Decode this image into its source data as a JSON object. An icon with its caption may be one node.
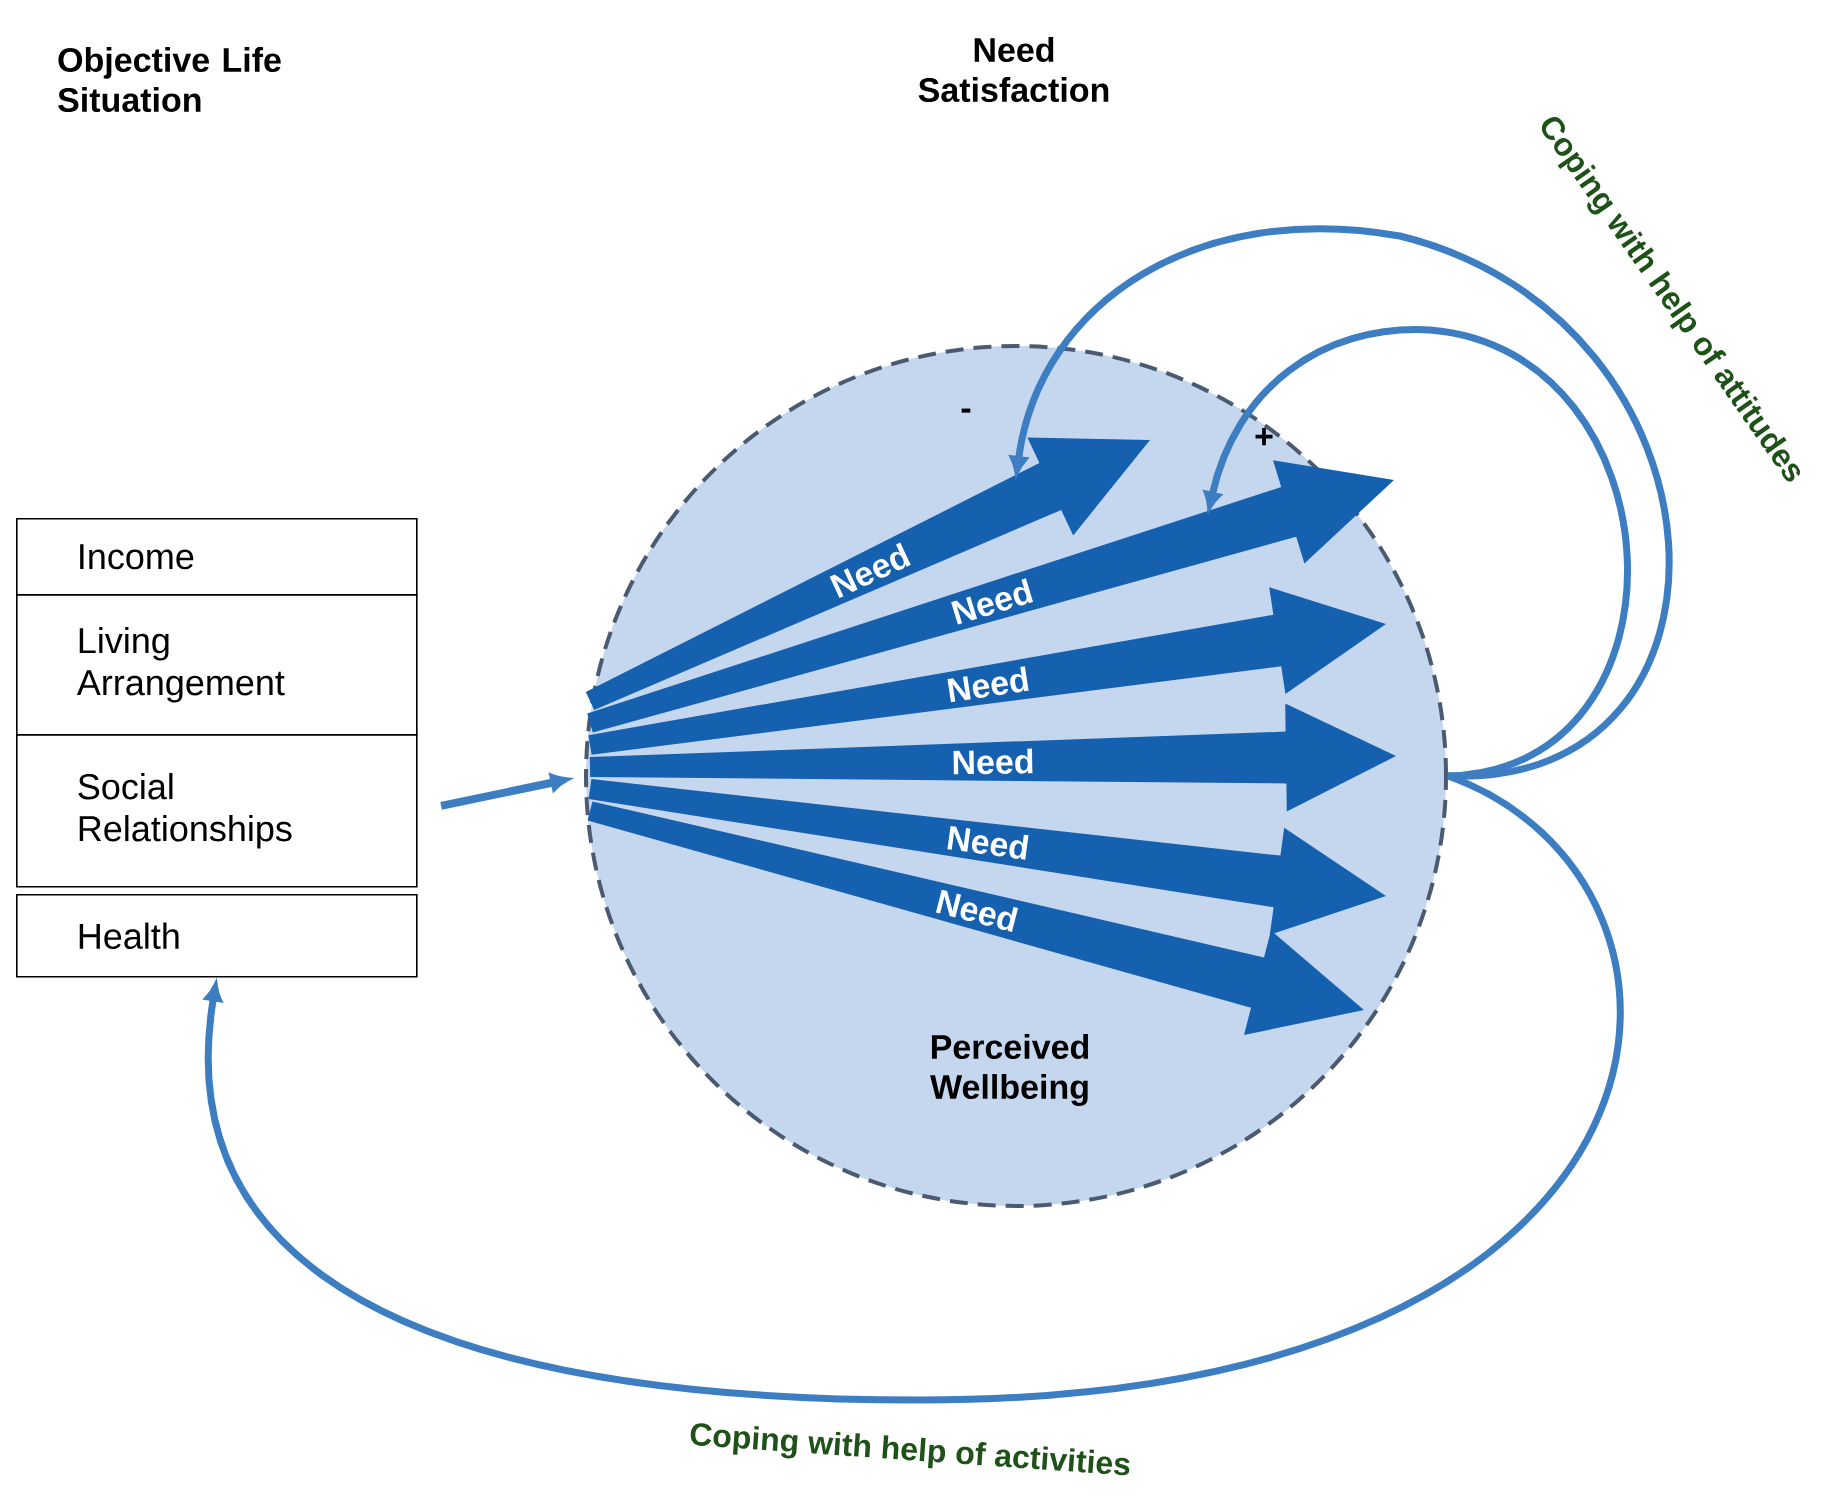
{
  "diagram": {
    "nodes": [
      {
        "text": [
          "Income"
        ]
      },
      {
        "text": [
          "Living Arrangement"
        ]
      },
      {
        "text": [
          "Social Relationships"
        ]
      },
      {
        "text": [
          "Health"
        ]
      },
      {
        "text": [
          "Perceived Wellbeing"
        ]
      },
      {
        "text": [
          "Need"
        ],
        "in": 4
      },
      {
        "text": [
          "Need"
        ],
        "in": 4
      },
      {
        "text": [
          "Need"
        ],
        "in": 4
      },
      {
        "text": [
          "Need"
        ],
        "in": 4
      },
      {
        "text": [
          "Need"
        ],
        "in": 4
      },
      {
        "text": [
          "Need"
        ],
        "in": 4
      }
    ],
    "edges": [
      {
        "from": 2,
        "to": 4,
        "arrow": "to"
      },
      {
        "from": 4,
        "to": 5,
        "arrow": "to",
        "label": "Coping with help of attitudes"
      },
      {
        "from": 4,
        "to": 6,
        "arrow": "to"
      },
      {
        "from": 4,
        "to": 3,
        "arrow": "to",
        "label": "Coping with help of activities"
      }
    ],
    "labels": [
      "Objective Life Situation",
      "Need Satisfaction",
      "-",
      "+"
    ]
  }
}
